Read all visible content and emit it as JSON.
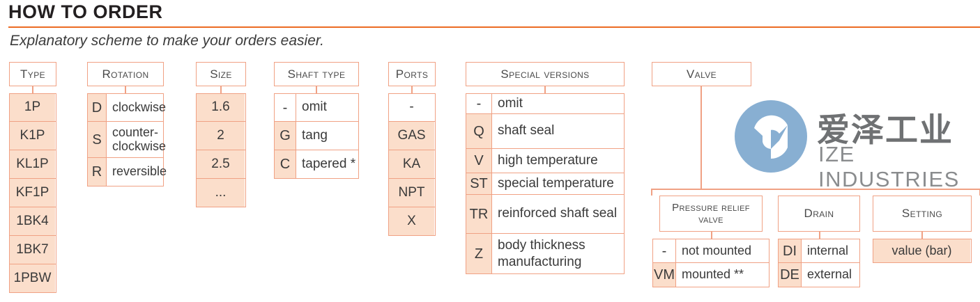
{
  "header": {
    "title": "HOW TO ORDER",
    "subtitle": "Explanatory scheme to make your orders easier.",
    "rule_color": "#EC6B24"
  },
  "theme": {
    "border": "#F0A184",
    "fill": "#FBDECB",
    "text": "#3a3a3a",
    "logo_blue": "#88AFD2",
    "logo_gray": "#6f7173"
  },
  "watermark": {
    "cn_name": "爱泽工业",
    "en_name": "IZE INDUSTRIES",
    "mark": "ize-logo-icon"
  },
  "columns": {
    "type": {
      "header": "Type",
      "rows": [
        {
          "code": "1P",
          "fill": true
        },
        {
          "code": "K1P",
          "fill": true
        },
        {
          "code": "KL1P",
          "fill": true
        },
        {
          "code": "KF1P",
          "fill": true
        },
        {
          "code": "1BK4",
          "fill": true
        },
        {
          "code": "1BK7",
          "fill": true
        },
        {
          "code": "1PBW",
          "fill": true
        }
      ]
    },
    "rotation": {
      "header": "Rotation",
      "rows": [
        {
          "code": "D",
          "desc": "clockwise",
          "fill": true
        },
        {
          "code": "S",
          "desc": "counter-clockwise",
          "fill": true
        },
        {
          "code": "R",
          "desc": "reversible",
          "fill": true
        }
      ]
    },
    "size": {
      "header": "Size",
      "rows": [
        {
          "code": "1.6",
          "fill": true
        },
        {
          "code": "2",
          "fill": true
        },
        {
          "code": "2.5",
          "fill": true
        },
        {
          "code": "...",
          "fill": true
        }
      ]
    },
    "shaft_type": {
      "header": "Shaft type",
      "rows": [
        {
          "code": "-",
          "desc": "omit",
          "fill": false
        },
        {
          "code": "G",
          "desc": "tang",
          "fill": true
        },
        {
          "code": "C",
          "desc": "tapered *",
          "fill": true
        }
      ]
    },
    "ports": {
      "header": "Ports",
      "rows": [
        {
          "code": "-",
          "fill": false
        },
        {
          "code": "GAS",
          "fill": true
        },
        {
          "code": "KA",
          "fill": true
        },
        {
          "code": "NPT",
          "fill": true
        },
        {
          "code": "X",
          "fill": true
        }
      ]
    },
    "special_versions": {
      "header": "Special versions",
      "rows": [
        {
          "code": "-",
          "desc": "omit",
          "fill": false
        },
        {
          "code": "Q",
          "desc": "shaft seal",
          "fill": true
        },
        {
          "code": "V",
          "desc": "high temperature",
          "fill": true
        },
        {
          "code": "ST",
          "desc": "special temperature",
          "fill": true
        },
        {
          "code": "TR",
          "desc": "reinforced shaft seal",
          "fill": true
        },
        {
          "code": "Z",
          "desc": "body thickness manufacturing",
          "fill": true
        }
      ]
    },
    "valve": {
      "header": "Valve",
      "subgroups": {
        "pressure_relief_valve": {
          "header": "Pressure relief valve",
          "rows": [
            {
              "code": "-",
              "desc": "not mounted",
              "fill": false
            },
            {
              "code": "VM",
              "desc": "mounted **",
              "fill": true
            }
          ]
        },
        "drain": {
          "header": "Drain",
          "rows": [
            {
              "code": "DI",
              "desc": "internal",
              "fill": true
            },
            {
              "code": "DE",
              "desc": "external",
              "fill": true
            }
          ]
        },
        "setting": {
          "header": "Setting",
          "rows": [
            {
              "code": "value (bar)",
              "fill": true
            }
          ]
        }
      }
    }
  }
}
